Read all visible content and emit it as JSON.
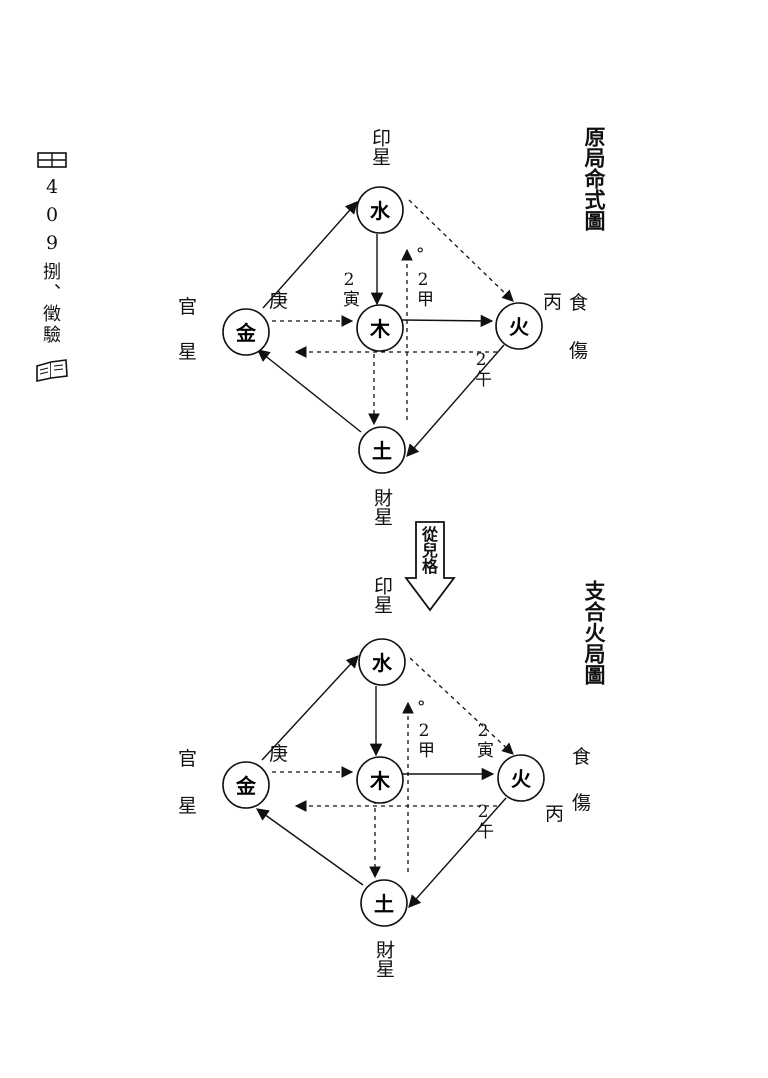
{
  "margin": {
    "page_number": "409",
    "running_title": "捌、徵驗",
    "book_icon": "open-book-icon"
  },
  "down_arrow_label": "從兒格",
  "diagrams": [
    {
      "title": "原局命式圖",
      "nodes": {
        "water": "水",
        "wood": "木",
        "fire": "火",
        "metal": "金",
        "earth": "土"
      },
      "star_labels": {
        "top": "印星",
        "left_a": "官",
        "left_b": "星",
        "right_a": "食",
        "right_b": "傷",
        "bottom": "財星"
      },
      "stem_labels": {
        "geng": "庚",
        "yin": "2寅",
        "jia": "2甲",
        "circle": "°",
        "wu": "2午",
        "bing": "丙"
      }
    },
    {
      "title": "支合火局圖",
      "nodes": {
        "water": "水",
        "wood": "木",
        "fire": "火",
        "metal": "金",
        "earth": "土"
      },
      "star_labels": {
        "top": "印星",
        "left_a": "官",
        "left_b": "星",
        "right_a": "食",
        "right_b": "傷",
        "bottom": "財星"
      },
      "stem_labels": {
        "geng": "庚",
        "yin": "2寅",
        "jia": "2甲",
        "circle": "°",
        "wu": "2午",
        "bing": "丙"
      }
    }
  ]
}
